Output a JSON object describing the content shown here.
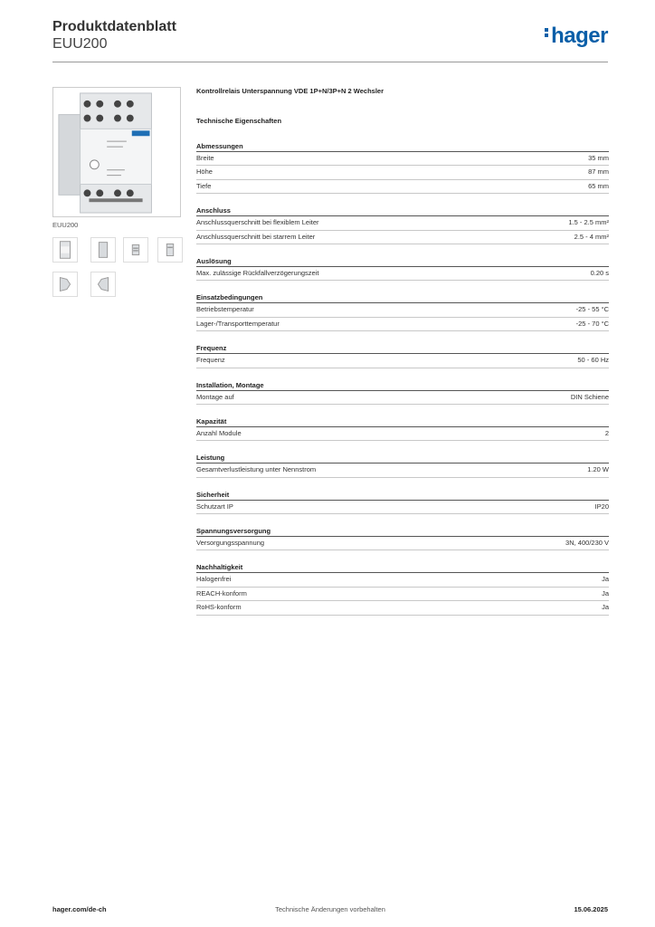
{
  "header": {
    "title": "Produktdatenblatt",
    "subtitle": "EUU200",
    "logo": "hager"
  },
  "image": {
    "caption": "EUU200"
  },
  "product": {
    "description": "Kontrollrelais Unterspannung VDE 1P+N/3P+N 2 Wechsler",
    "tech_title": "Technische Eigenschaften"
  },
  "sections": [
    {
      "title": "Abmessungen",
      "rows": [
        {
          "label": "Breite",
          "value": "35 mm"
        },
        {
          "label": "Höhe",
          "value": "87 mm"
        },
        {
          "label": "Tiefe",
          "value": "65 mm"
        }
      ]
    },
    {
      "title": "Anschluss",
      "rows": [
        {
          "label": "Anschlussquerschnitt bei flexiblem Leiter",
          "value": "1.5 - 2.5 mm²"
        },
        {
          "label": "Anschlussquerschnitt bei starrem Leiter",
          "value": "2.5 - 4 mm²"
        }
      ]
    },
    {
      "title": "Auslösung",
      "rows": [
        {
          "label": "Max. zulässige Rückfallverzögerungszeit",
          "value": "0.20 s"
        }
      ]
    },
    {
      "title": "Einsatzbedingungen",
      "rows": [
        {
          "label": "Betriebstemperatur",
          "value": "-25 - 55 °C"
        },
        {
          "label": "Lager-/Transporttemperatur",
          "value": "-25 - 70 °C"
        }
      ]
    },
    {
      "title": "Frequenz",
      "rows": [
        {
          "label": "Frequenz",
          "value": "50 - 60 Hz"
        }
      ]
    },
    {
      "title": "Installation, Montage",
      "rows": [
        {
          "label": "Montage auf",
          "value": "DIN Schiene"
        }
      ]
    },
    {
      "title": "Kapazität",
      "rows": [
        {
          "label": "Anzahl Module",
          "value": "2"
        }
      ]
    },
    {
      "title": "Leistung",
      "rows": [
        {
          "label": "Gesamtverlustleistung unter Nennstrom",
          "value": "1.20 W"
        }
      ]
    },
    {
      "title": "Sicherheit",
      "rows": [
        {
          "label": "Schutzart IP",
          "value": "IP20"
        }
      ]
    },
    {
      "title": "Spannungsversorgung",
      "rows": [
        {
          "label": "Versorgungsspannung",
          "value": "3N, 400/230 V"
        }
      ]
    },
    {
      "title": "Nachhaltigkeit",
      "rows": [
        {
          "label": "Halogenfrei",
          "value": "Ja"
        },
        {
          "label": "REACH-konform",
          "value": "Ja"
        },
        {
          "label": "RoHS-konform",
          "value": "Ja"
        }
      ]
    }
  ],
  "footer": {
    "website": "hager.com/de-ch",
    "notice": "Technische Änderungen vorbehalten",
    "date": "15.06.2025"
  }
}
